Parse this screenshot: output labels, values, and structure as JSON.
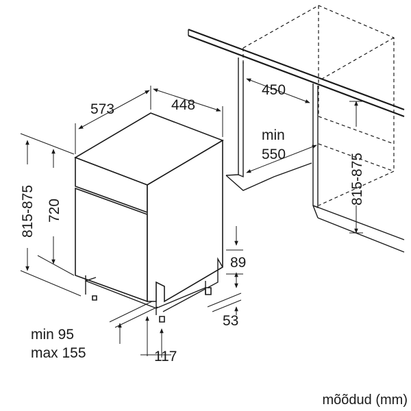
{
  "labels": {
    "depth": "573",
    "width": "448",
    "total_height": "815-875",
    "body_height": "720",
    "niche_depth_450": "450",
    "niche_min": "min",
    "niche_min_value": "550",
    "niche_height": "815-875",
    "plinth_89": "89",
    "plinth_53": "53",
    "min_95": "min 95",
    "max_155": "max 155",
    "feet_117": "117"
  },
  "unit_note": "mõõdud (mm)"
}
